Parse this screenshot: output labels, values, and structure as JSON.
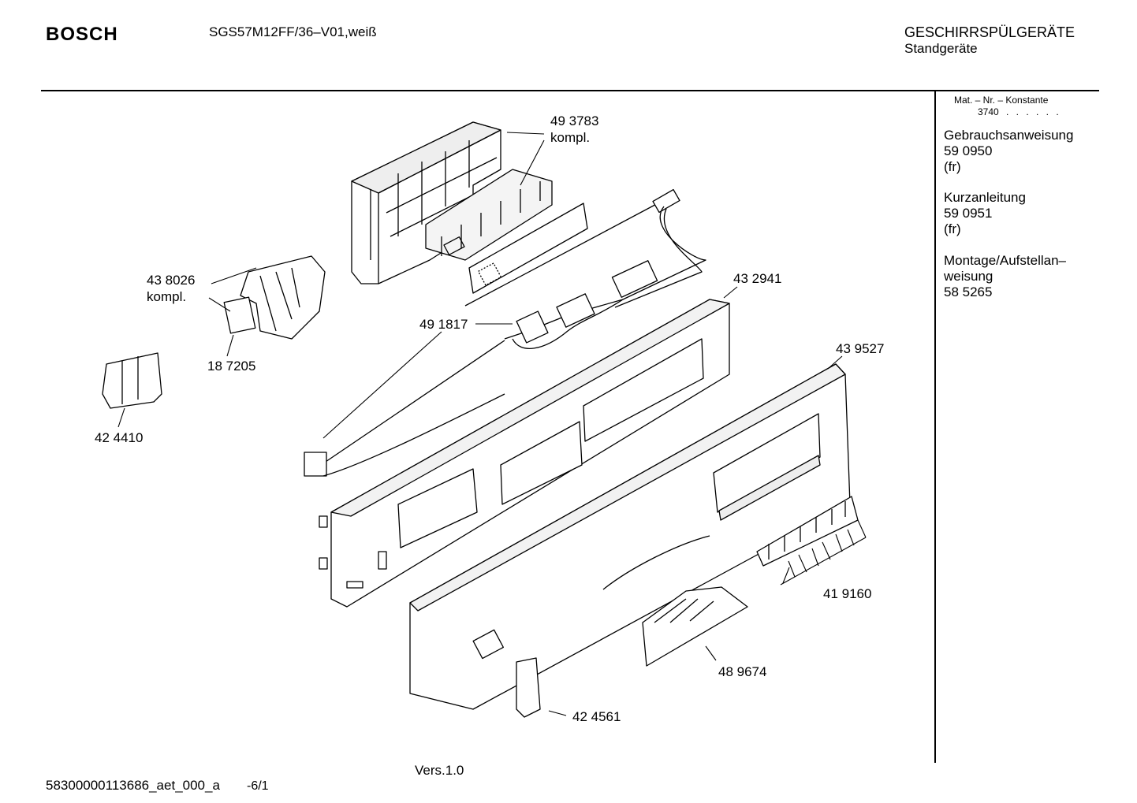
{
  "header": {
    "brand": "BOSCH",
    "model": "SGS57M12FF/36–V01,weiß",
    "category": "GESCHIRRSPÜLGERÄTE",
    "subcategory": "Standgeräte"
  },
  "sidebar": {
    "mat_label": "Mat. – Nr. – Konstante",
    "mat_value": "3740",
    "mat_dots": ". . . . . .",
    "docs": [
      {
        "title": "Gebrauchsanweisung",
        "number": "59 0950",
        "lang": "(fr)"
      },
      {
        "title": "Kurzanleitung",
        "number": "59 0951",
        "lang": "(fr)"
      },
      {
        "title_line1": "Montage/Aufstellan–",
        "title_line2": "weisung",
        "number": "58 5265"
      }
    ]
  },
  "callouts": {
    "p493783": "49 3783",
    "p493783_note": "kompl.",
    "p438026": "43 8026",
    "p438026_note": "kompl.",
    "p187205": "18 7205",
    "p424410": "42 4410",
    "p491817": "49 1817",
    "p432941": "43 2941",
    "p439527": "43 9527",
    "p419160": "41 9160",
    "p489674": "48 9674",
    "p424561": "42 4561"
  },
  "footer": {
    "doc_id": "58300000113686_aet_000_a",
    "page": "-6/1",
    "version": "Vers.1.0"
  }
}
